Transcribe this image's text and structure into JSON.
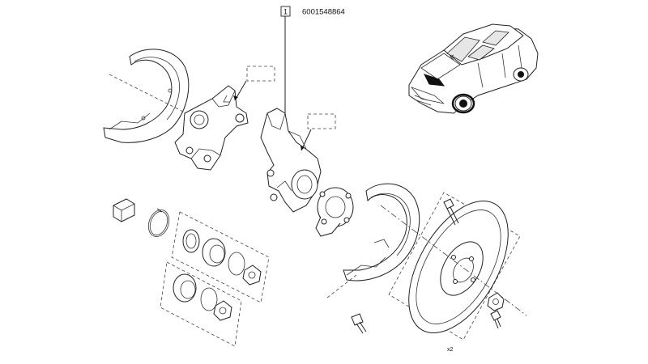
{
  "diagram": {
    "part_number": "6001548864",
    "reference_marker": "1",
    "detail_mark": "x2"
  }
}
